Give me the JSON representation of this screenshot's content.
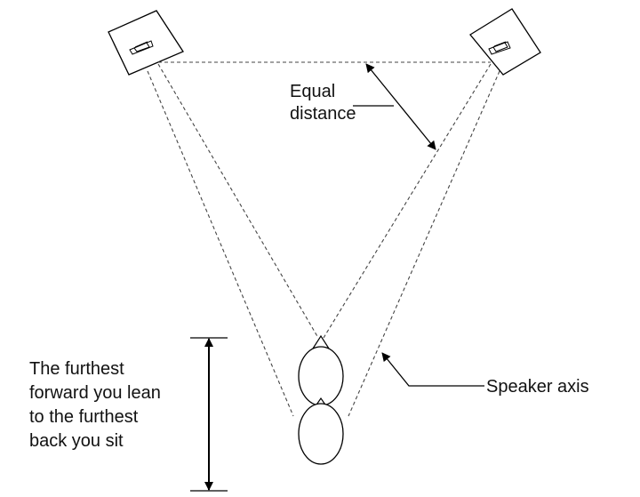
{
  "labels": {
    "equal_distance": [
      "Equal",
      "distance"
    ],
    "lean_range": [
      "The furthest",
      "forward you lean",
      "to the furthest",
      "back you sit"
    ],
    "speaker_axis": "Speaker axis"
  }
}
